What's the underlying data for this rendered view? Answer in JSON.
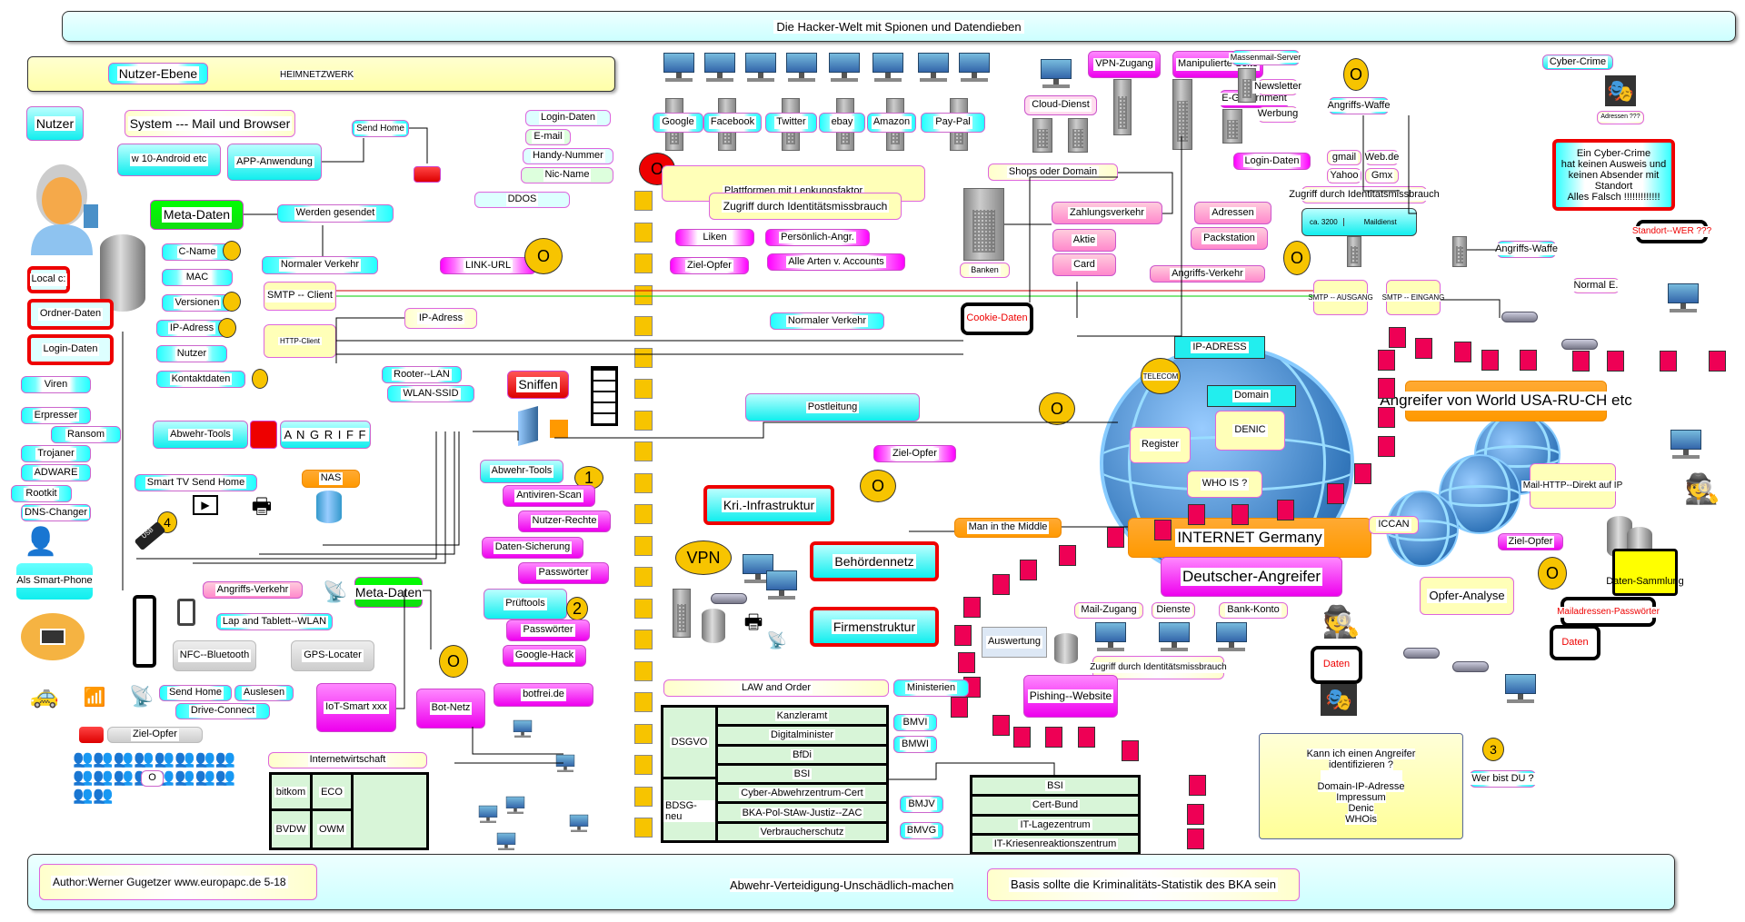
{
  "title": "Die Hacker-Welt mit Spionen und Datendieben",
  "header_band": {
    "label": "Nutzer-Ebene",
    "sublabel": "HEIMNETZWERK"
  },
  "left": {
    "nutzer": "Nutzer",
    "system": "System --- Mail und Browser",
    "w10": "w 10-Android etc",
    "app": "APP-Anwendung",
    "send_home": "Send Home",
    "meta_daten": "Meta-Daten",
    "werden_gesendet": "Werden gesendet",
    "fields": [
      "C-Name",
      "MAC",
      "Versionen",
      "IP-Adress",
      "Nutzer",
      "Kontaktdaten"
    ],
    "local": [
      "Local c:",
      "Ordner-Daten",
      "Login-Daten"
    ],
    "malware": [
      "Viren",
      "Erpresser",
      "Ransom",
      "Trojaner",
      "ADWARE",
      "Rootkit",
      "DNS-Changer"
    ],
    "smartphone": "Als Smart-Phone",
    "normaler_verkehr": "Normaler Verkehr",
    "smtp_client": "SMTP -- Client",
    "http_client": "HTTP-Client",
    "ip_adress": "IP-Adress",
    "rooter_lan": "Rooter--LAN",
    "wlan_ssid": "WLAN-SSID",
    "sniffen": "Sniffen",
    "abwehr_tools": "Abwehr-Tools",
    "angriff": "A N G R I F F",
    "smart_tv": "Smart TV Send Home",
    "nas": "NAS",
    "usb_number": "4",
    "angriffs_verkehr": "Angriffs-Verkehr",
    "meta_daten_2": "Meta-Daten",
    "lap_tablett": "Lap and Tablett--WLAN",
    "nfc": "NFC--Bluetooth",
    "gps": "GPS-Locater",
    "send_home_2": "Send Home",
    "auslesen": "Auslesen",
    "drive_connect": "Drive-Connect",
    "iot": "IoT-Smart xxx",
    "bot_netz": "Bot-Netz",
    "botfrei": "botfrei.de",
    "ziel_opfer": "Ziel-Opfer",
    "crowd_marker": "O",
    "internetwirtschaft": "Internetwirtschaft",
    "iw_orgs": [
      "bitkom",
      "ECO",
      "BVDW",
      "OWM"
    ]
  },
  "personal_data": [
    "Login-Daten",
    "E-mail",
    "Handy-Nummer",
    "Nic-Name"
  ],
  "ddos": "DDOS",
  "link_url": "LINK-URL",
  "circle_o": "O",
  "platforms": [
    "Google",
    "Facebook",
    "Twitter",
    "ebay",
    "Amazon",
    "Pay-Pal"
  ],
  "plattformen": "Plattformen mit Lenkungsfaktor",
  "zugriff": "Zugriff durch Identitätsmissbrauch",
  "social_actions": [
    "Liken",
    "Persönlich-Angr.",
    "Ziel-Opfer",
    "Alle Arten v. Accounts"
  ],
  "defense": {
    "abwehr_tools": "Abwehr-Tools",
    "num1": "1",
    "antiviren": "Antiviren-Scan",
    "nutzer_rechte": "Nutzer-Rechte",
    "daten_sicherung": "Daten-Sicherung",
    "passwoerter": "Passwörter",
    "prueftools": "Prüftools",
    "num2": "2",
    "passwoerter2": "Passwörter",
    "google_hack": "Google-Hack"
  },
  "center": {
    "normaler_verkehr": "Normaler Verkehr",
    "cookie": "Cookie-Daten",
    "postleitung": "Postleitung",
    "ziel_opfer": "Ziel-Opfer",
    "kri": "Kri.-Infrastruktur",
    "vpn": "VPN",
    "behoerdennetz": "Behördennetz",
    "firmenstruktur": "Firmenstruktur",
    "man_in_middle": "Man in the Middle",
    "auswertung": "Auswertung"
  },
  "cloud": {
    "cloud_dienst": "Cloud-Dienst",
    "vpn_zugang": "VPN-Zugang",
    "manipulierte": "Manipulierte Seite",
    "e_government": "E-Government",
    "shops": "Shops oder Domain",
    "banken": "Banken",
    "zahlungsverkehr": "Zahlungsverkehr",
    "aktie": "Aktie",
    "card": "Card",
    "adressen": "Adressen",
    "packstation": "Packstation",
    "angriffs_verkehr": "Angriffs-Verkehr",
    "login_daten": "Login-Daten"
  },
  "mail": {
    "massenmail": "Massenmail-Server",
    "newsletter": "Newsletter",
    "werbung": "Werbung",
    "providers": [
      "gmail",
      "Web.de",
      "Yahoo",
      "Gmx"
    ],
    "zugriff": "Zugriff durch Identitätsmissbrauch",
    "count": "ca. 3200",
    "maildienst": "Maildienst",
    "angriffs_waffe": "Angriffs-Waffe",
    "angriffs_waffe2": "Angriffs-Waffe",
    "smtp_ausgang": "SMTP -- AUSGANG",
    "smtp_eingang": "SMTP -- EINGANG",
    "normal_e": "Normal E."
  },
  "cybercrime": {
    "label": "Cyber-Crime",
    "adressen": "Adressen ???",
    "statement": [
      "Ein Cyber-Crime",
      "hat keinen Ausweis und",
      "keinen Absender mit",
      "Standort",
      "Alles Falsch !!!!!!!!!!!!!"
    ],
    "standort": "Standort--WER  ???"
  },
  "internet": {
    "ip_adress": "IP-ADRESS",
    "telecom": "TELECOM",
    "domain": "Domain",
    "denic": "DENIC",
    "register": "Register",
    "whois": "WHO IS ?",
    "iccan": "ICCAN",
    "germany": "INTERNET Germany",
    "deutscher": "Deutscher-Angreifer",
    "world": "Angreifer von World USA-RU-CH etc",
    "mail_http": "Mail-HTTP--Direkt auf IP",
    "ziel_opfer": "Ziel-Opfer",
    "daten_sammlung": "Daten-Sammlung",
    "mailadressen": "Mailadressen-Passwörter",
    "daten": "Daten",
    "opfer_analyse": "Opfer-Analyse",
    "daten_hacker": "Daten",
    "services": [
      "Mail-Zugang",
      "Dienste",
      "Bank-Konto"
    ],
    "zugriff": "Zugriff durch Identitätsmissbrauch",
    "pishing": "Pishing--Website"
  },
  "identify": {
    "lines": [
      "Kann ich einen Angreifer",
      "identifizieren ?",
      "",
      "Domain-IP-Adresse",
      "Impressum",
      "Denic",
      "WHOis"
    ],
    "num3": "3",
    "wer_bist_du": "Wer bist DU ?"
  },
  "law": {
    "law_order": "LAW and Order",
    "ministerien": "Ministerien",
    "left_cols": [
      "DSGVO",
      "BDSG-neu"
    ],
    "rows": [
      "Kanzleramt",
      "Digitalminister",
      "BfDi",
      "BSI",
      "Cyber-Abwehrzentrum-Cert",
      "BKA-Pol-StAw-Justiz--ZAC",
      "Verbraucherschutz"
    ],
    "ministries": [
      "BMVI",
      "BMWI",
      "BMJV",
      "BMVG"
    ],
    "bsi_rows": [
      "BSI",
      "Cert-Bund",
      "IT-Lagezentrum",
      "IT-Kriesenreaktionszentrum"
    ]
  },
  "footer": {
    "author": "Author:Werner Gugetzer  www.europapc.de   5-18",
    "center": "Abwehr-Verteidigung-Unschädlich-machen",
    "basis": "Basis sollte die Kriminalitäts-Statistik des BKA sein"
  },
  "colors": {
    "accent_cyan": "#22eeee",
    "magenta": "#ff00ff",
    "alert_red": "#ee0000",
    "marker_yellow": "#f7c400",
    "attack_square": "#ee0055"
  }
}
